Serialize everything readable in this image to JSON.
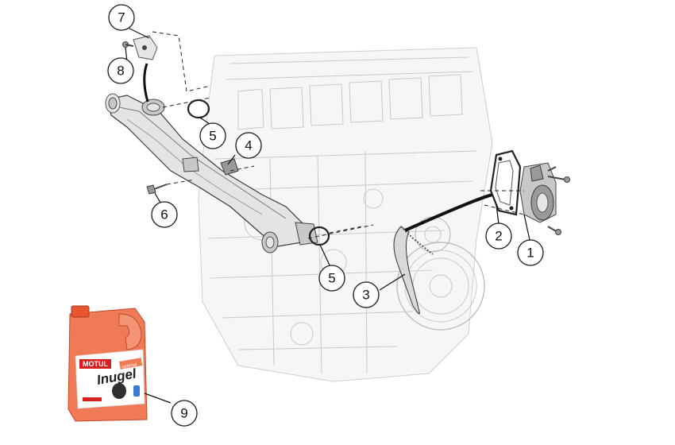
{
  "callouts": [
    {
      "id": "1",
      "label": "1"
    },
    {
      "id": "2",
      "label": "2"
    },
    {
      "id": "3",
      "label": "3"
    },
    {
      "id": "4",
      "label": "4"
    },
    {
      "id": "5a",
      "label": "5"
    },
    {
      "id": "5b",
      "label": "5"
    },
    {
      "id": "6",
      "label": "6"
    },
    {
      "id": "7",
      "label": "7"
    },
    {
      "id": "8",
      "label": "8"
    },
    {
      "id": "9",
      "label": "9"
    }
  ],
  "coolant_can": {
    "brand": "MOTUL",
    "product": "Inugel",
    "variant": "optimal",
    "colors": {
      "body": "#f07a55",
      "cap": "#e8552e",
      "label_bg": "#ffffff",
      "brand_red": "#d81e1e"
    }
  },
  "colors": {
    "engine_line": "#c9c9c9",
    "part": "#9a9a9a",
    "callout_stroke": "#1a1a1a"
  }
}
